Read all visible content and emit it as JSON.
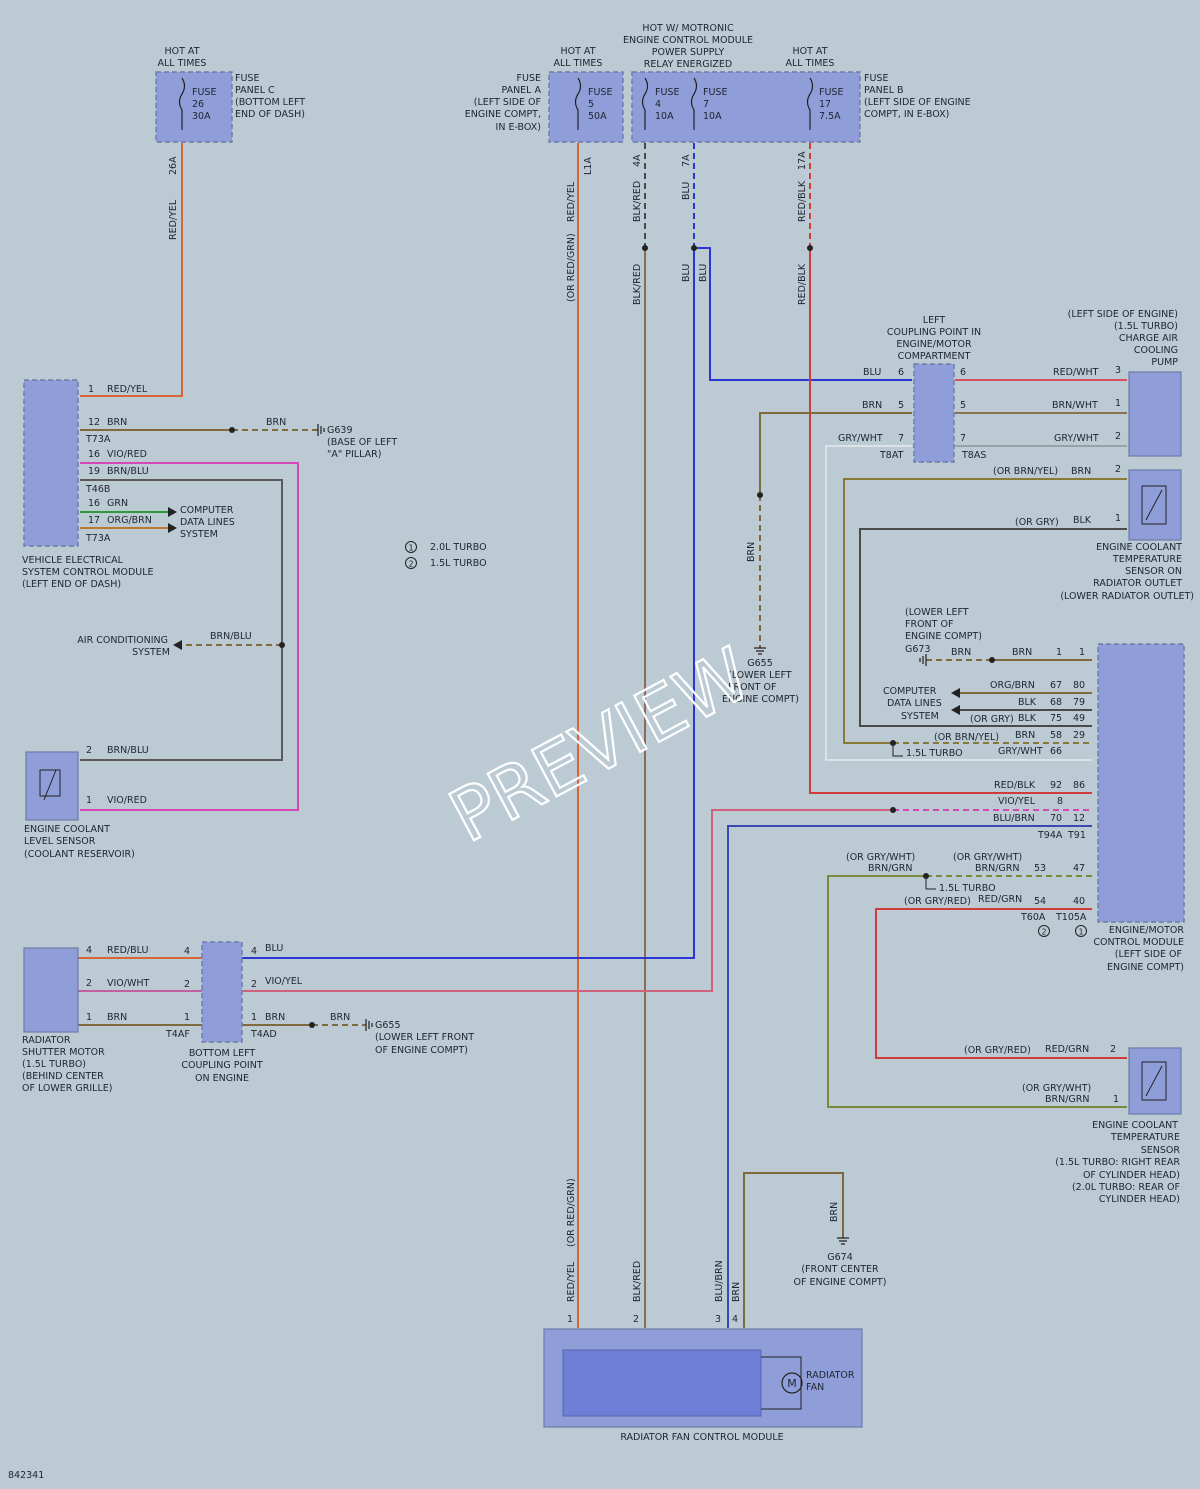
{
  "fuse_c": {
    "hot": "HOT AT",
    "hot2": "ALL TIMES",
    "f1": "FUSE",
    "f2": "26",
    "f3": "30A",
    "p1": "FUSE",
    "p2": "PANEL C",
    "p3": "(BOTTOM LEFT",
    "p4": "END OF DASH)",
    "pin": "26A",
    "wire": "RED/YEL"
  },
  "fuse_a": {
    "hot": "HOT AT",
    "hot2": "ALL TIMES",
    "f1": "FUSE",
    "f2": "5",
    "f3": "50A",
    "p1": "FUSE",
    "p2": "PANEL A",
    "p3": "(LEFT SIDE OF",
    "p4": "ENGINE COMPT,",
    "p5": "IN E-BOX)",
    "pin": "L1A",
    "wire1": "RED/YEL",
    "wire2": "(OR RED/GRN)"
  },
  "fuse_b": {
    "hot1": "HOT W/ MOTRONIC",
    "hot2": "ENGINE CONTROL MODULE",
    "hot3": "POWER SUPPLY",
    "hot4": "RELAY ENERGIZED",
    "hot5": "HOT AT",
    "hot6": "ALL TIMES",
    "f4a": "FUSE",
    "f4b": "4",
    "f4c": "10A",
    "f7a": "FUSE",
    "f7b": "7",
    "f7c": "10A",
    "f17a": "FUSE",
    "f17b": "17",
    "f17c": "7.5A",
    "p1": "FUSE",
    "p2": "PANEL B",
    "p3": "(LEFT SIDE OF ENGINE",
    "p4": "COMPT, IN E-BOX)",
    "pin4": "4A",
    "pin7": "7A",
    "pin17": "17A",
    "w4": "BLK/RED",
    "w7": "BLU",
    "w17": "RED/BLK",
    "w4b": "BLK/RED",
    "w7b": "BLU",
    "w7c": "BLU",
    "w17b": "RED/BLK"
  },
  "vescm": {
    "l1": "VEHICLE ELECTRICAL",
    "l2": "SYSTEM CONTROL MODULE",
    "l3": "(LEFT END OF DASH)",
    "p1": "1",
    "w1": "RED/YEL",
    "p12": "12",
    "w12": "BRN",
    "c1": "T73A",
    "p16": "16",
    "w16": "VIO/RED",
    "p19": "19",
    "w19": "BRN/BLU",
    "c2": "T46B",
    "p16b": "16",
    "w16b": "GRN",
    "p17": "17",
    "w17": "ORG/BRN",
    "c3": "T73A",
    "cd1": "COMPUTER",
    "cd2": "DATA LINES",
    "cd3": "SYSTEM"
  },
  "g639": {
    "wire": "BRN",
    "name": "G639",
    "l1": "(BASE OF LEFT",
    "l2": "\"A\" PILLAR)"
  },
  "legend": {
    "n1": "1",
    "t1": "2.0L TURBO",
    "n2": "2",
    "t2": "1.5L TURBO"
  },
  "ac": {
    "l1": "AIR CONDITIONING",
    "l2": "SYSTEM",
    "wire": "BRN/BLU"
  },
  "level_sensor": {
    "p2": "2",
    "w2": "BRN/BLU",
    "p1": "1",
    "w1": "VIO/RED",
    "l1": "ENGINE COOLANT",
    "l2": "LEVEL SENSOR",
    "l3": "(COOLANT RESERVOIR)"
  },
  "shutter": {
    "p4": "4",
    "w4": "RED/BLU",
    "p2": "2",
    "w2": "VIO/WHT",
    "p1": "1",
    "w1": "BRN",
    "l1": "RADIATOR",
    "l2": "SHUTTER MOTOR",
    "l3": "(1.5L TURBO)",
    "l4": "(BEHIND CENTER",
    "l5": "OF LOWER GRILLE)"
  },
  "bottom_cp": {
    "i4": "4",
    "i2": "2",
    "i1": "1",
    "c1": "T4AF",
    "o4": "4",
    "ow4": "BLU",
    "o2": "2",
    "ow2": "VIO/YEL",
    "o1": "1",
    "ow1": "BRN",
    "c2": "T4AD",
    "l1": "BOTTOM LEFT",
    "l2": "COUPLING POINT",
    "l3": "ON ENGINE"
  },
  "g655b": {
    "wire": "BRN",
    "name": "G655",
    "l1": "(LOWER LEFT FRONT",
    "l2": "OF ENGINE COMPT)"
  },
  "left_cp": {
    "l1": "LEFT",
    "l2": "COUPLING POINT IN",
    "l3": "ENGINE/MOTOR",
    "l4": "COMPARTMENT",
    "iw6": "BLU",
    "i6": "6",
    "iw5": "BRN",
    "i5": "5",
    "iw7": "GRY/WHT",
    "i7": "7",
    "c1": "T8AT",
    "o6": "6",
    "o5": "5",
    "o7": "7",
    "c2": "T8AS"
  },
  "pump": {
    "l1": "(LEFT SIDE OF ENGINE)",
    "l2": "(1.5L TURBO)",
    "l3": "CHARGE AIR",
    "l4": "COOLING",
    "l5": "PUMP",
    "w3": "RED/WHT",
    "p3": "3",
    "w1": "BRN/WHT",
    "p1": "1",
    "w2": "GRY/WHT",
    "p2": "2"
  },
  "g655a": {
    "wire": "BRN",
    "name": "G655",
    "l1": "(LOWER LEFT",
    "l2": "FRONT OF",
    "l3": "ENGINE COMPT)"
  },
  "ect_outlet": {
    "a2": "(OR BRN/YEL)",
    "w2": "BRN",
    "p2": "2",
    "a1": "(OR GRY)",
    "w1": "BLK",
    "p1": "1",
    "l1": "ENGINE COOLANT",
    "l2": "TEMPERATURE",
    "l3": "SENSOR ON",
    "l4": "RADIATOR OUTLET",
    "l5": "(LOWER RADIATOR OUTLET)"
  },
  "g673": {
    "l1": "(LOWER LEFT",
    "l2": "FRONT OF",
    "l3": "ENGINE COMPT)",
    "name": "G673",
    "w1": "BRN",
    "w2": "BRN",
    "pa": "1",
    "pb": "1"
  },
  "ecm": {
    "cd1": "COMPUTER",
    "cd2": "DATA LINES",
    "cd3": "SYSTEM",
    "r1w": "ORG/BRN",
    "r1a": "67",
    "r1b": "80",
    "r2w": "BLK",
    "r2a": "68",
    "r2b": "79",
    "r3alt": "(OR GRY)",
    "r3w": "BLK",
    "r3a": "75",
    "r3b": "49",
    "r4alt": "(OR BRN/YEL)",
    "r4w": "BRN",
    "r4a": "58",
    "r4b": "29",
    "r5w": "GRY/WHT",
    "r5a": "66",
    "t15": "1.5L TURBO",
    "r6w": "RED/BLK",
    "r6a": "92",
    "r6b": "86",
    "r7w": "VIO/YEL",
    "r7a": "8",
    "r8w": "BLU/BRN",
    "r8a": "70",
    "r8b": "12",
    "c1": "T94A",
    "c2": "T91",
    "r9alt": "(OR GRY/WHT)",
    "r9w": "BRN/GRN",
    "r9alt2": "(OR GRY/WHT)",
    "r9w2": "BRN/GRN",
    "r9a": "53",
    "r9b": "47",
    "t15b": "1.5L TURBO",
    "r10alt": "(OR GRY/RED)",
    "r10w": "RED/GRN",
    "r10a": "54",
    "r10b": "40",
    "c3": "T60A",
    "c4": "T105A",
    "n2": "2",
    "n1": "1",
    "l1": "ENGINE/MOTOR",
    "l2": "CONTROL MODULE",
    "l3": "(LEFT SIDE OF",
    "l4": "ENGINE COMPT)"
  },
  "ect_head": {
    "a2": "(OR GRY/RED)",
    "w2": "RED/GRN",
    "p2": "2",
    "a1": "(OR GRY/WHT)",
    "w1": "BRN/GRN",
    "p1": "1",
    "l1": "ENGINE COOLANT",
    "l2": "TEMPERATURE",
    "l3": "SENSOR",
    "l4": "(1.5L TURBO: RIGHT REAR",
    "l5": "OF CYLINDER HEAD)",
    "l6": "(2.0L TURBO: REAR OF",
    "l7": "CYLINDER HEAD)"
  },
  "g674": {
    "wire": "BRN",
    "name": "G674",
    "l1": "(FRONT CENTER",
    "l2": "OF ENGINE COMPT)"
  },
  "fan_module": {
    "w1": "RED/YEL",
    "w1b": "(OR RED/GRN)",
    "w2": "BLK/RED",
    "w3": "BLU/BRN",
    "w4": "BRN",
    "p1": "1",
    "p2": "2",
    "p3": "3",
    "p4": "4",
    "m": "M",
    "f1": "RADIATOR",
    "f2": "FAN",
    "label": "RADIATOR FAN CONTROL MODULE"
  },
  "footer": {
    "id": "842341",
    "watermark": "PREVIEW"
  },
  "colors": {
    "red_yel": "#d8643a",
    "brn": "#7e6a3c",
    "blu": "#2a36d4",
    "vio_red": "#d548b4",
    "blk": "#4a4a4a",
    "red_blk": "#d03a3a",
    "grn": "#2e9a3a",
    "gry": "#8a8a8a"
  }
}
